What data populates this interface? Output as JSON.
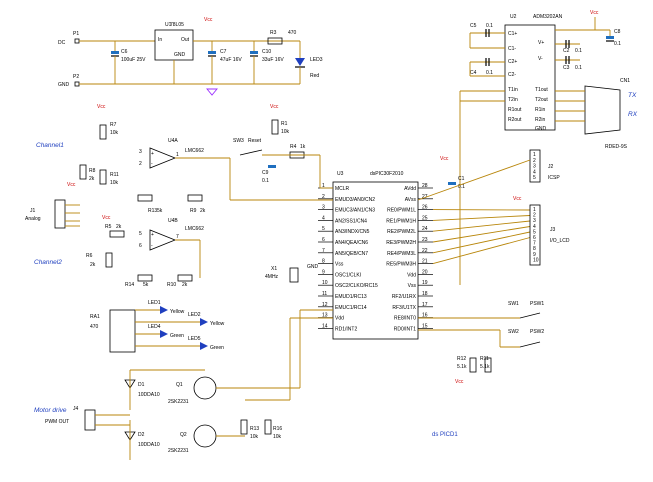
{
  "title": "ds PICD1",
  "labels": {
    "vcc": "Vcc"
  },
  "power": {
    "dc_label": "DC",
    "gnd_label": "GND",
    "p1": "P1",
    "p2": "P2",
    "u1_ref": "U1",
    "u1_part": "78L05",
    "u1_in": "In",
    "u1_out": "Out",
    "u1_gnd": "GND",
    "c6_ref": "C6",
    "c6_val": "100uF 25V",
    "c7_ref": "C7",
    "c7_val": "47uF 16V",
    "c10_ref": "C10",
    "c10_val": "33uF 16V",
    "r3_ref": "R3",
    "r3_val": "470",
    "led3_ref": "LED3",
    "led3_val": "Red"
  },
  "rs232": {
    "u2_ref": "U2",
    "u2_part": "ADM3202AN",
    "pin_c1p": "C1+",
    "pin_c1m": "C1-",
    "pin_c2p": "C2+",
    "pin_c2m": "C2-",
    "pin_t1in": "T1in",
    "pin_t2in": "T2in",
    "pin_r1out": "R1out",
    "pin_r2out": "R2out",
    "pin_v1": "V+",
    "pin_v2": "V-",
    "pin_t1out": "T1out",
    "pin_t2out": "T2out",
    "pin_r1in": "R1in",
    "pin_r2in": "R2in",
    "pin_gnd": "GND",
    "c5_ref": "C5",
    "c5_val": "0.1",
    "c4_ref": "C4",
    "c4_val": "0.1",
    "c2_ref": "C2",
    "c2_val": "0.1",
    "c3_ref": "C3",
    "c3_val": "0.1",
    "c8_ref": "C8",
    "c8_val": "0.1",
    "cn1_ref": "CN1",
    "cn1_part": "RDED-9S",
    "tx": "TX",
    "rx": "RX"
  },
  "mcu": {
    "u3_ref": "U3",
    "u3_part": "dsPIC30F2010",
    "left_pins": [
      {
        "num": "1",
        "name": "MCLR"
      },
      {
        "num": "2",
        "name": "EMUD3/AN0/CN2"
      },
      {
        "num": "3",
        "name": "EMUC3/AN1/CN3"
      },
      {
        "num": "4",
        "name": "AN2/SS1/CN4"
      },
      {
        "num": "5",
        "name": "AN3/INDX/CN5"
      },
      {
        "num": "6",
        "name": "AN4/QEA/CN6"
      },
      {
        "num": "7",
        "name": "AN5/QEB/CN7"
      },
      {
        "num": "8",
        "name": "Vss"
      },
      {
        "num": "9",
        "name": "OSC1/CLKI"
      },
      {
        "num": "10",
        "name": "OSC2/CLKO/RC15"
      },
      {
        "num": "11",
        "name": "EMUD1/RC13"
      },
      {
        "num": "12",
        "name": "EMUC1/RC14"
      },
      {
        "num": "13",
        "name": "Vdd"
      },
      {
        "num": "14",
        "name": "RD1/INT2"
      }
    ],
    "right_pins": [
      {
        "num": "28",
        "name": "AVdd"
      },
      {
        "num": "27",
        "name": "AVss"
      },
      {
        "num": "26",
        "name": "RE0/PWM1L"
      },
      {
        "num": "25",
        "name": "RE1/PWM1H"
      },
      {
        "num": "24",
        "name": "RE2/PWM2L"
      },
      {
        "num": "23",
        "name": "RE3/PWM2H"
      },
      {
        "num": "22",
        "name": "RE4/PWM3L"
      },
      {
        "num": "21",
        "name": "RE5/PWM3H"
      },
      {
        "num": "20",
        "name": "Vdd"
      },
      {
        "num": "19",
        "name": "Vss"
      },
      {
        "num": "18",
        "name": "RF2/U1RX"
      },
      {
        "num": "17",
        "name": "RF3/U1TX"
      },
      {
        "num": "16",
        "name": "RE8/INT0"
      },
      {
        "num": "15",
        "name": "RD0/INT1"
      }
    ]
  },
  "analog": {
    "ch1": "Channel1",
    "ch2": "Channel2",
    "u4a_ref": "U4A",
    "u4a_part": "LMC662",
    "u4a_p3": "3",
    "u4a_p2": "2",
    "u4a_p1": "1",
    "u4b_ref": "U4B",
    "u4b_part": "LMC662",
    "u4b_p5": "5",
    "u4b_p6": "6",
    "u4b_p7": "7",
    "plus": "+",
    "minus": "-",
    "j1_ref": "J1",
    "j1_val": "Analog",
    "r7_ref": "R7",
    "r7_val": "10k",
    "r11_ref": "R11",
    "r11_val": "10k",
    "r8_ref": "R8",
    "r8_val": "2k",
    "r13_ref": "R13",
    "r13_val": "5k",
    "r9_ref": "R9",
    "r9_val": "2k",
    "r5_ref": "R5",
    "r5_val": "2k",
    "r6_ref": "R6",
    "r6_val": "2k",
    "r14_ref": "R14",
    "r14_val": "5k",
    "r10_ref": "R10",
    "r10_val": "2k"
  },
  "reset": {
    "sw3_ref": "SW3",
    "sw3_val": "Reset",
    "r1_ref": "R1",
    "r1_val": "10k",
    "r4_ref": "R4",
    "r4_val": "1k",
    "c9_ref": "C9",
    "c9_val": "0.1"
  },
  "conn": {
    "j2_ref": "J2",
    "j2_val": "ICSP",
    "j3_ref": "J3",
    "j3_val": "I/O_LCD",
    "c1_ref": "C1",
    "c1_val": "0.1",
    "j2_pins": [
      "1",
      "2",
      "3",
      "4",
      "5"
    ],
    "j3_pins": [
      "1",
      "2",
      "3",
      "4",
      "5",
      "6",
      "7",
      "8",
      "9",
      "10"
    ]
  },
  "misc": {
    "x1_ref": "X1",
    "x1_val": "4MHz",
    "gnd": "GND",
    "ra1_ref": "RA1",
    "ra1_val": "470",
    "leds": [
      {
        "ref": "LED1",
        "color": "Yellow"
      },
      {
        "ref": "LED2",
        "color": "Yellow"
      },
      {
        "ref": "LED4",
        "color": "Green"
      },
      {
        "ref": "LED5",
        "color": "Green"
      }
    ]
  },
  "switches": {
    "sw1_ref": "SW1",
    "sw1_val": "PSW1",
    "sw2_ref": "SW2",
    "sw2_val": "PSW2",
    "r12_ref": "R12",
    "r12_val": "5.1k",
    "r11b_ref": "R11",
    "r11b_val": "5.1k"
  },
  "motor": {
    "title": "Motor drive",
    "j4_ref": "J4",
    "j4_val": "PWM OUT",
    "d1_ref": "D1",
    "d1_val": "10DDA10",
    "d2_ref": "D2",
    "d2_val": "10DDA10",
    "q1_ref": "Q1",
    "q1_val": "2SK2231",
    "q2_ref": "Q2",
    "q2_val": "2SK2231",
    "r13b_ref": "R13",
    "r13b_val": "10k",
    "r16_ref": "R16",
    "r16_val": "10k"
  }
}
